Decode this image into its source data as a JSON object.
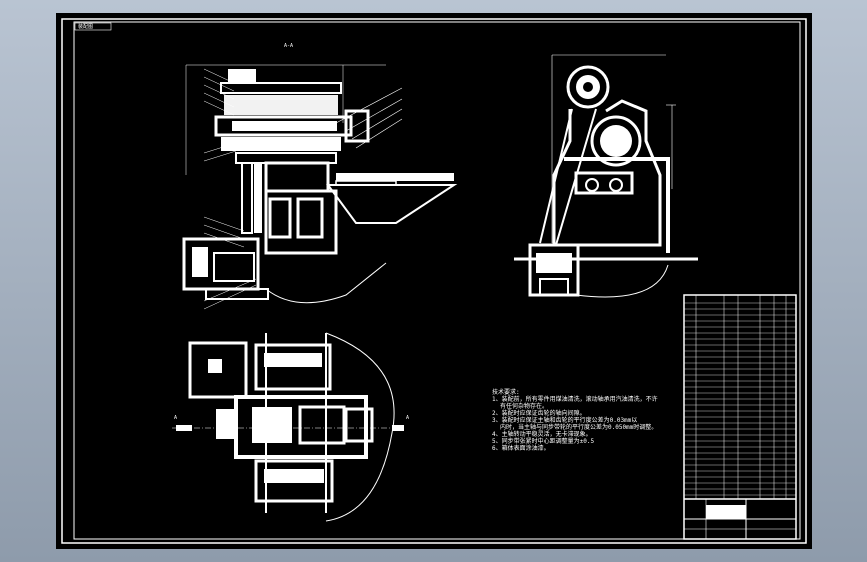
{
  "drawing": {
    "tag_top_left": "装配图",
    "section_label": "A-A",
    "section_left": "A",
    "section_right": "A",
    "tech_title": "技术要求:",
    "tech_lines": [
      "1、装配前，所有零件用煤油清洗，滚动轴承用汽油清洗，不许",
      "有任何杂物存在。",
      "2、装配时应保证齿轮的轴向间隙。",
      "3、装配时应保证主轴和齿轮的平行度公差为0.03mm以",
      "内时，当主轴与同步带轮的平行度公差为0.050mm时调整。",
      "4、主轴转动平稳灵活，无卡滞现象。",
      "5、同步带张紧时中心距调整量为±0.5",
      "6、箱体表面涂油漆。"
    ]
  },
  "colors": {
    "background": "#000000",
    "lines": "#ffffff",
    "frame": "#a9b4c3"
  }
}
